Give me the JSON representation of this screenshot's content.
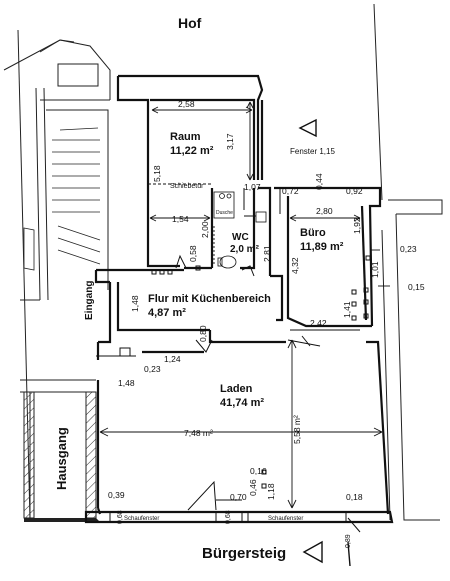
{
  "street": {
    "top": "Hof",
    "bottom": "Bürgersteig"
  },
  "side": {
    "passage": "Hausgang",
    "entrance": "Eingang"
  },
  "rooms": {
    "raum": {
      "name": "Raum",
      "area": "11,22 m²"
    },
    "wc": {
      "name": "WC",
      "area": "2,0 m²"
    },
    "buero": {
      "name": "Büro",
      "area": "11,89 m²"
    },
    "flur": {
      "name": "Flur mit Küchenbereich",
      "area": "4,87 m²"
    },
    "laden": {
      "name": "Laden",
      "area": "41,74 m²"
    }
  },
  "features": {
    "fenster": "Fenster 1,15",
    "schiebetuer": "Schiebetür",
    "dusche": "Dusche",
    "schaufenster_1": "Schaufenster",
    "schaufenster_2": "Schaufenster"
  },
  "dims": {
    "d_258": "2,58",
    "d_317": "3,17",
    "d_518": "5,18",
    "d_107": "1,07",
    "d_154": "1,54",
    "d_200": "2,00",
    "d_281": "2,81",
    "d_058": "0,58",
    "d_072": "0,72",
    "d_044": "0,44",
    "d_092": "0,92",
    "d_280": "2,80",
    "d_192": "1,92",
    "d_023a": "0,23",
    "d_432": "4,32",
    "d_101": "1,01",
    "d_015": "0,15",
    "d_141": "1,41",
    "d_242": "2,42",
    "d_148a": "1,48",
    "d_080": "0,80",
    "d_124": "1,24",
    "d_023b": "0,23",
    "d_148b": "1,48",
    "d_748": "7,48 m²",
    "d_558": "5,58 m²",
    "d_016": "0,16",
    "d_046": "0,46",
    "d_118": "1,18",
    "d_039": "0,39",
    "d_070": "0,70",
    "d_018": "0,18",
    "d_068a": "0,68",
    "d_068b": "0,68",
    "d_089": "0,89"
  }
}
